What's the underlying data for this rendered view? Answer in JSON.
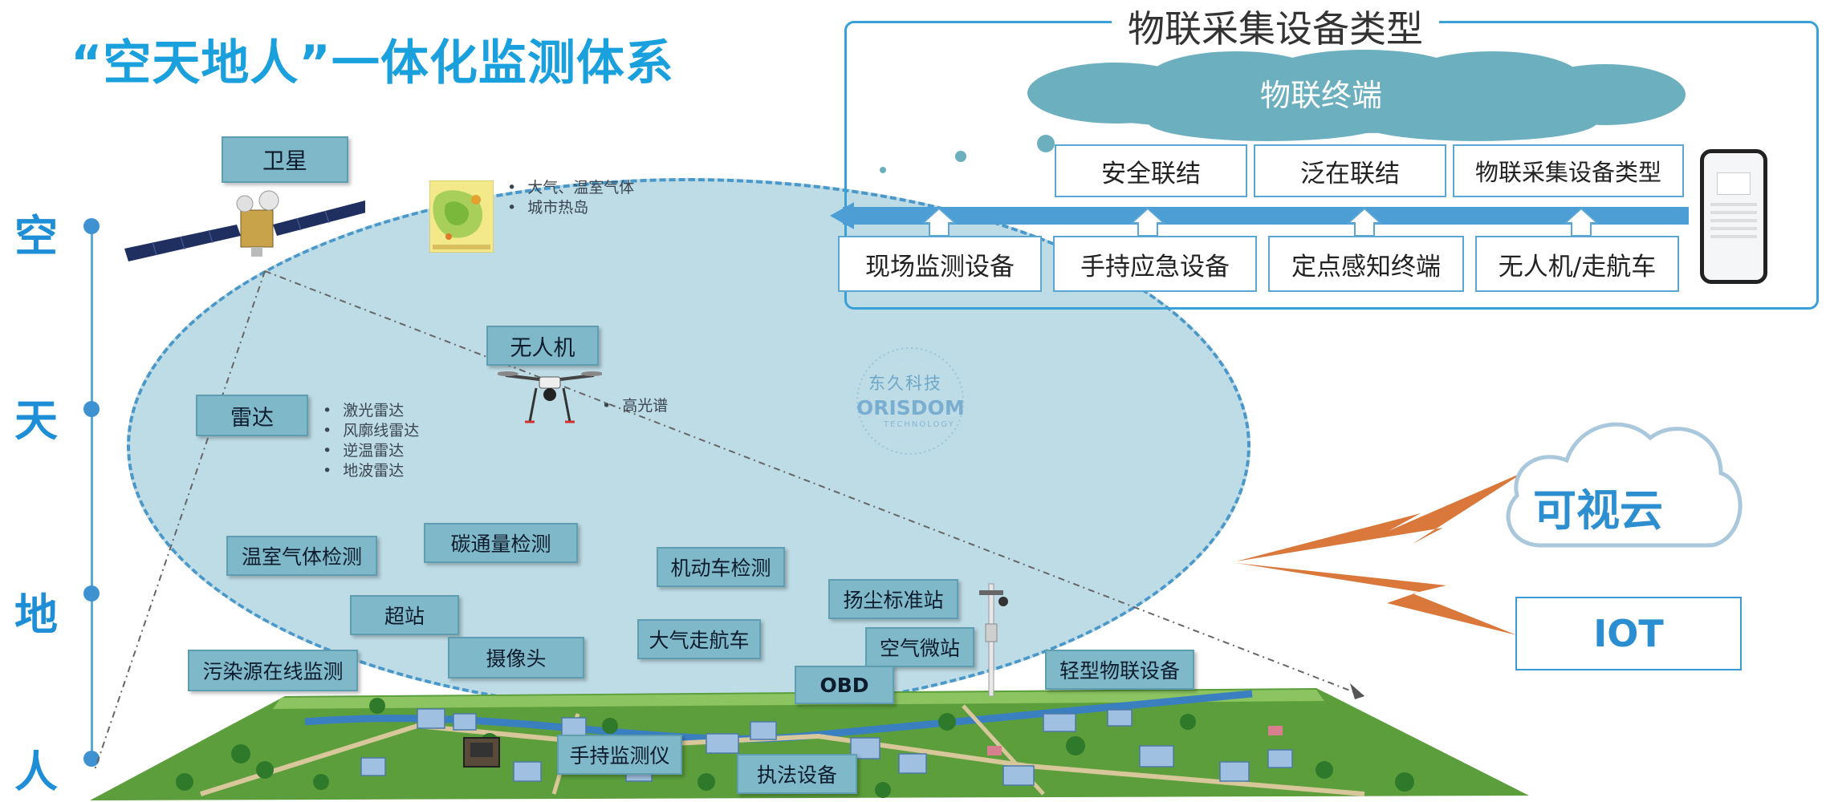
{
  "title": "“空天地人”一体化监测体系",
  "tiers": [
    "空",
    "天",
    "地",
    "人"
  ],
  "sky": {
    "satellite_label": "卫星",
    "satellite_bullets": [
      "大气、温室气体",
      "城市热岛"
    ]
  },
  "air": {
    "radar_label": "雷达",
    "radar_bullets": [
      "激光雷达",
      "风廓线雷达",
      "逆温雷达",
      "地波雷达"
    ],
    "drone_label": "无人机",
    "drone_bullets": [
      "高光谱"
    ]
  },
  "ground_tags": {
    "greenhouse": "温室气体检测",
    "carbon_flux": "碳通量检测",
    "vehicle": "机动车检测",
    "dust_station": "扬尘标准站",
    "super_station": "超站",
    "atmos_nav": "大气走航车",
    "air_micro": "空气微站",
    "camera": "摄像头",
    "pollution_source": "污染源在线监测",
    "obd": "OBD",
    "light_iot": "轻型物联设备",
    "handheld_monitor": "手持监测仪",
    "enforcement": "执法设备"
  },
  "watermark": {
    "cn": "东久科技",
    "en": "ORISDOM",
    "sub": "TECHNOLOGY"
  },
  "panel": {
    "title": "物联采集设备类型",
    "cloud_label": "物联终端",
    "top_boxes": [
      "安全联结",
      "泛在联结",
      "物联采集设备类型"
    ],
    "bottom_boxes": [
      "现场监测设备",
      "手持应急设备",
      "定点感知终端",
      "无人机/走航车"
    ]
  },
  "right": {
    "cloud_label": "可视云",
    "iot_label": "IOT"
  },
  "colors": {
    "accent_blue": "#1aa0dc",
    "tag_fill": "#7fb8c8",
    "ellipse_fill": "#bedce6",
    "cloud_fill": "#6cb0bf",
    "lightning": "#d9783a",
    "ground_green": "#5c9e3c"
  },
  "icons": [
    "satellite-icon",
    "drone-icon",
    "cloud-icon",
    "lightning-icon",
    "phone-icon",
    "pole-camera-icon",
    "heatmap-thumbnail"
  ]
}
